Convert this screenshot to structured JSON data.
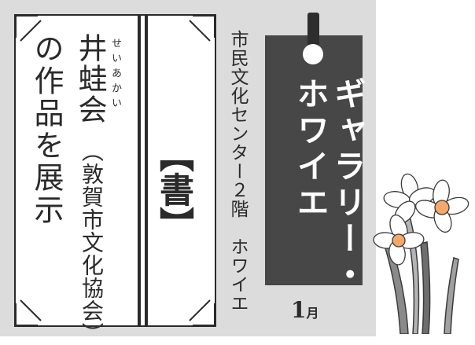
{
  "poster": {
    "main_line": "の作品を展示",
    "group_name": "井蛙会",
    "group_ruby": "せいあかい",
    "group_detail": "（敦賀市文化協会）",
    "category": "【書】",
    "venue": "市民文化センター２階　ホワイエ",
    "tag_title_line1": "ギャラリー・",
    "tag_title_line2": "ホワイエ",
    "month_number": "1",
    "month_unit": "月"
  },
  "colors": {
    "panel": "#dcdcdc",
    "tag": "#474747",
    "ink": "#2a2a2a",
    "flower_fill": "#f4a86a"
  },
  "icons": {
    "illustration": "narcissus-flower-icon",
    "tag_hole": "tag-hole-icon"
  }
}
